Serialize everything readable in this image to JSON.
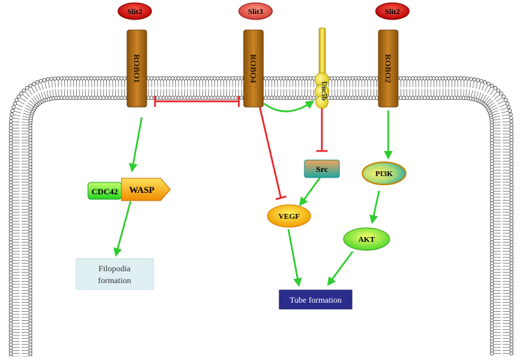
{
  "ligands": {
    "slit2_left": "Slit2",
    "slit3": "Slit3",
    "slit2_right": "Slit2"
  },
  "receptors": {
    "robo1": "ROBO1",
    "robo4": "ROBO4",
    "unc5b": "Unc5b",
    "robo2": "ROBO2"
  },
  "nodes": {
    "cdc42": "CDC42",
    "wasp": "WASP",
    "src": "Src",
    "pi3k": "PI3K",
    "vegf": "VEGF",
    "akt": "AKT",
    "filopodia_line1": "Filopodia",
    "filopodia_line2": "formation",
    "tube_formation": "Tube formation"
  },
  "colors": {
    "activation": "#2ecc2e",
    "inhibition": "#e8252b",
    "receptor": "#a96a12",
    "ligand": "#d01010",
    "tube_box": "#2b2d8c",
    "filopodia_box": "#dfeff2"
  }
}
